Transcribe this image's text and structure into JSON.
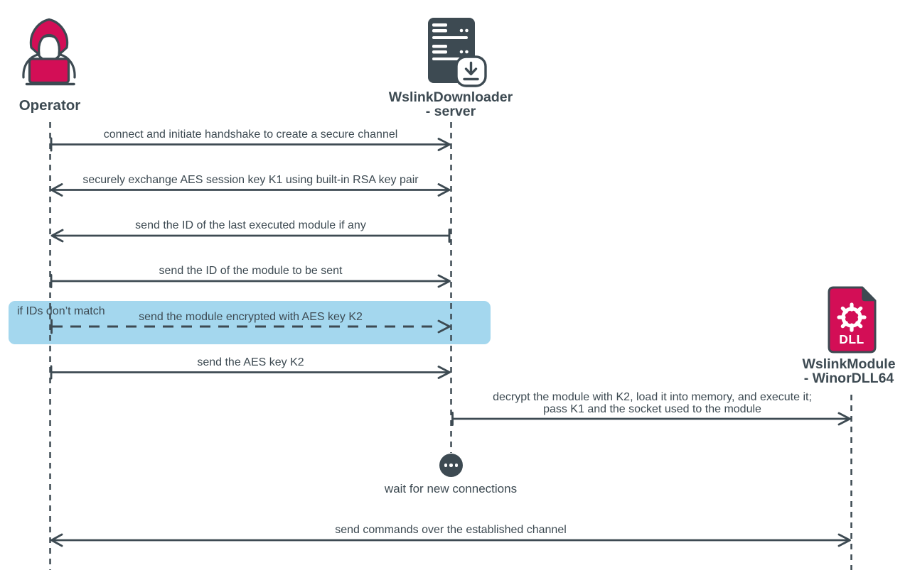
{
  "colors": {
    "ink": "#3d4a52",
    "accent_pink": "#d30e56",
    "condition_background": "#a4d7ee",
    "background": "#ffffff"
  },
  "actors": {
    "operator": {
      "label": "Operator"
    },
    "downloader": {
      "line1": "WslinkDownloader",
      "line2": "- server"
    },
    "module": {
      "line1": "WslinkModule",
      "line2": "- WinorDLL64",
      "file_badge": "DLL"
    }
  },
  "messages": [
    {
      "label": "connect and initiate handshake to create a secure channel",
      "from": "Operator",
      "to": "WslinkDownloader - server",
      "direction": "right",
      "line": "solid"
    },
    {
      "label": "securely exchange AES session key K1 using built-in RSA key pair",
      "from": "Operator",
      "to": "WslinkDownloader - server",
      "direction": "both",
      "line": "solid"
    },
    {
      "label": "send the ID of the last executed module if any",
      "from": "WslinkDownloader - server",
      "to": "Operator",
      "direction": "left",
      "line": "solid"
    },
    {
      "label": "send the ID of the module to be sent",
      "from": "Operator",
      "to": "WslinkDownloader - server",
      "direction": "right",
      "line": "solid"
    },
    {
      "label": "send the module encrypted with AES key K2",
      "condition": "if IDs don’t match",
      "from": "Operator",
      "to": "WslinkDownloader - server",
      "direction": "right",
      "line": "dashed"
    },
    {
      "label": "send the AES key K2",
      "from": "Operator",
      "to": "WslinkDownloader - server",
      "direction": "right",
      "line": "solid"
    },
    {
      "label_line1": "decrypt the module with K2, load it into memory, and execute it;",
      "label_line2": "pass K1 and the socket used to the module",
      "from": "WslinkDownloader - server",
      "to": "WslinkModule - WinorDLL64",
      "direction": "right",
      "line": "solid"
    },
    {
      "label": "send commands over the established channel",
      "from": "Operator",
      "to": "WslinkModule - WinorDLL64",
      "direction": "both",
      "line": "solid"
    }
  ],
  "wait_note": {
    "label": "wait for new connections"
  }
}
